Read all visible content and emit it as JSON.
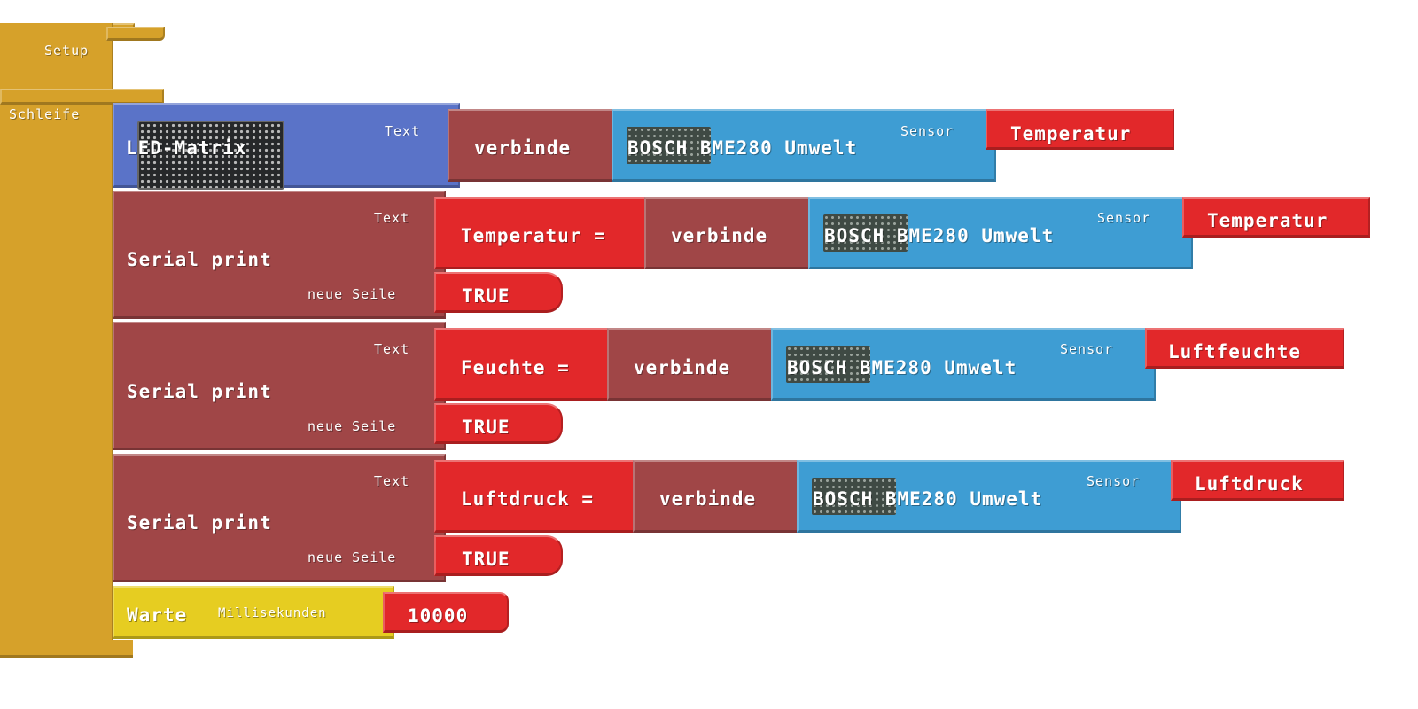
{
  "setup": {
    "label": "Setup"
  },
  "loop": {
    "label": "Schleife"
  },
  "led": {
    "label": "LED-Matrix",
    "text_label": "Text"
  },
  "join_label": "verbinde",
  "sensor": {
    "name": "BOSCH BME280 Umwelt",
    "param_label": "Sensor"
  },
  "row0": {
    "measure": "Temperatur"
  },
  "prints": [
    {
      "label": "Serial print",
      "text_label": "Text",
      "newline_label": "neue Seile",
      "prefix": "Temperatur =",
      "measure": "Temperatur",
      "bool": "TRUE"
    },
    {
      "label": "Serial print",
      "text_label": "Text",
      "newline_label": "neue Seile",
      "prefix": "Feuchte =",
      "measure": "Luftfeuchte",
      "bool": "TRUE"
    },
    {
      "label": "Serial print",
      "text_label": "Text",
      "newline_label": "neue Seile",
      "prefix": "Luftdruck =",
      "measure": "Luftdruck",
      "bool": "TRUE"
    }
  ],
  "wait": {
    "label": "Warte",
    "unit_label": "Millisekunden",
    "value": "10000"
  },
  "colors": {
    "main": "#d6a12a",
    "led": "#5a73c8",
    "serial": "#a04647",
    "text": "#e2282a",
    "sensor": "#3e9dd3",
    "wait": "#e6cd21"
  }
}
